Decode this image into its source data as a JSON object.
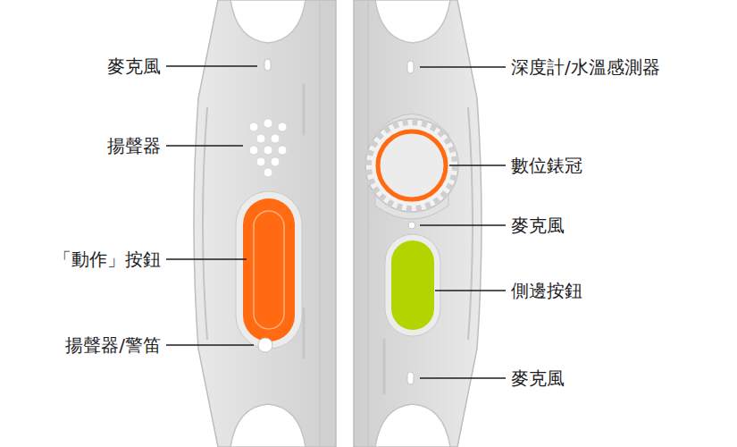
{
  "diagram": {
    "labels": [
      "麥克風",
      "揚聲器",
      "「動作」按鈕",
      "揚聲器/警笛",
      "深度計/水溫感測器",
      "數位錶冠",
      "麥克風",
      "側邊按鈕",
      "麥克風"
    ]
  }
}
